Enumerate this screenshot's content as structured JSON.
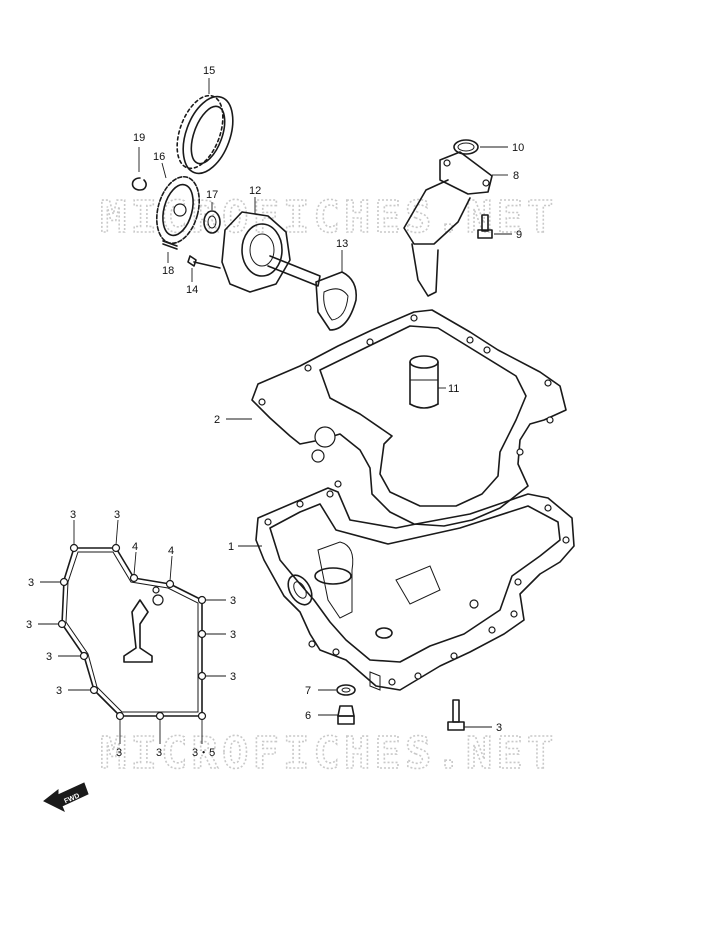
{
  "watermarks": [
    "MICROFICHES.NET",
    "MICROFICHES.NET"
  ],
  "fwd_label": "FWD",
  "callouts": {
    "c1": "1",
    "c2": "2",
    "c3": "3",
    "c5": "5",
    "c6": "6",
    "c7": "7",
    "c8": "8",
    "c9": "9",
    "c10": "10",
    "c11": "11",
    "c12": "12",
    "c13": "13",
    "c14": "14",
    "c15": "15",
    "c16": "16",
    "c17": "17",
    "c18": "18",
    "c19": "19",
    "c4": "4",
    "c35": "3・5"
  }
}
